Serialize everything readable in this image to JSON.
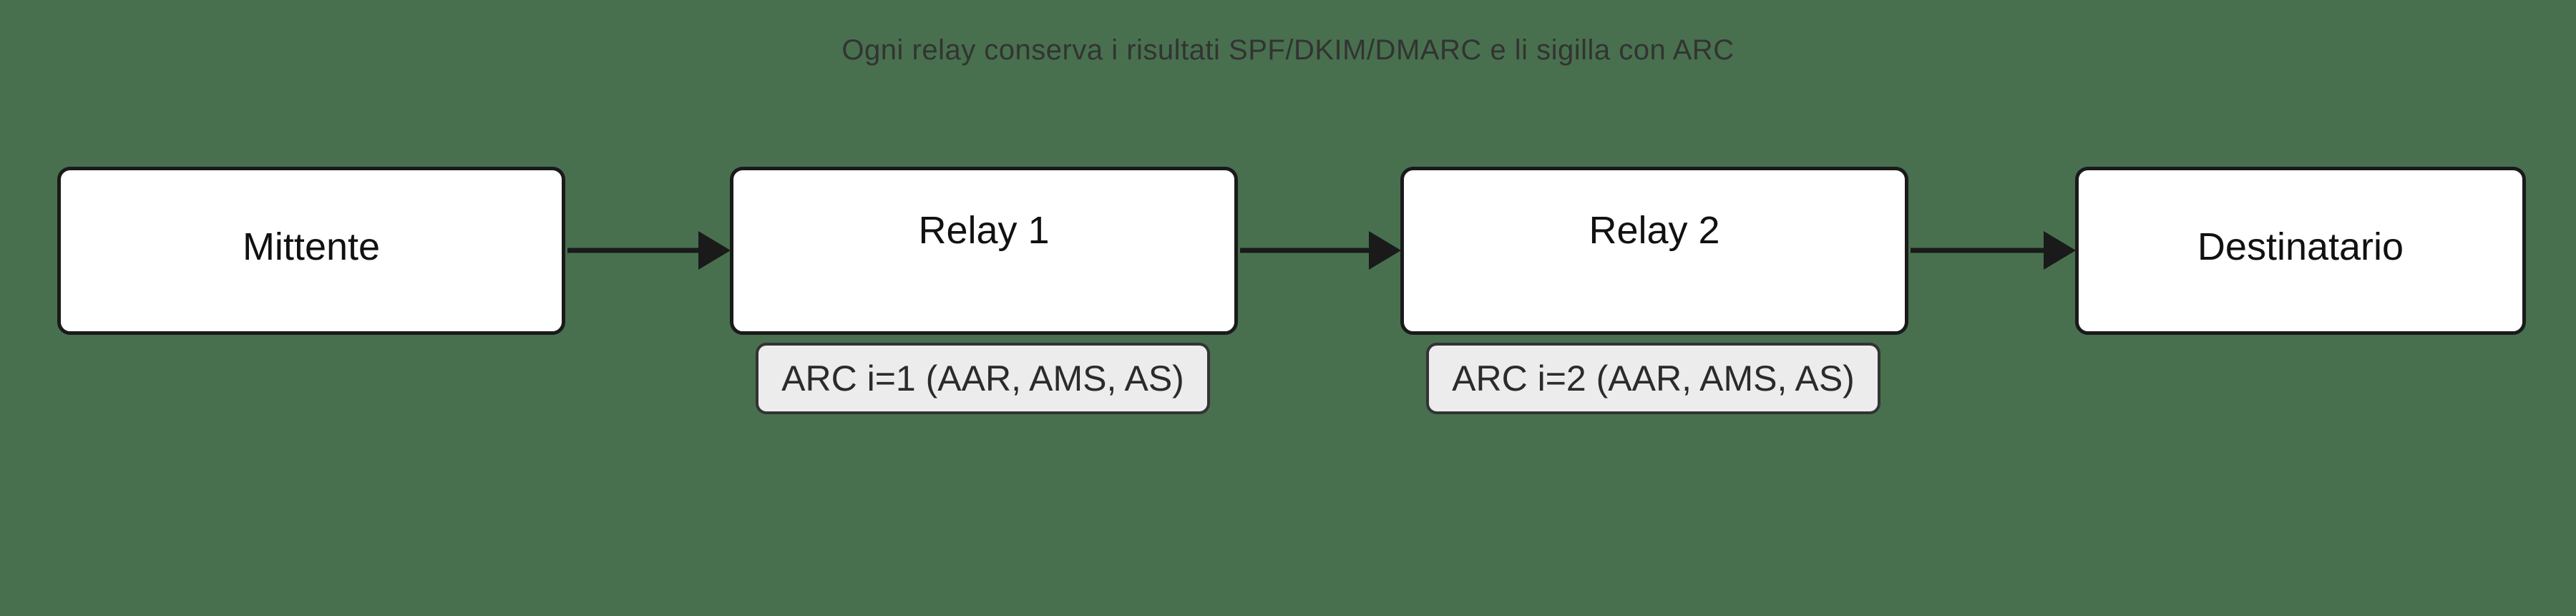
{
  "diagram": {
    "title": "Ogni relay conserva i risultati SPF/DKIM/DMARC e li sigilla con ARC",
    "nodes": [
      {
        "label": "Mittente"
      },
      {
        "label": "Relay 1",
        "annotation": "ARC i=1 (AAR, AMS, AS)"
      },
      {
        "label": "Relay 2",
        "annotation": "ARC i=2 (AAR, AMS, AS)"
      },
      {
        "label": "Destinatario"
      }
    ]
  },
  "colors": {
    "background": "#48704e",
    "node-fill": "#ffffff",
    "node-border": "#1a1a1a",
    "annotation-fill": "#ececec",
    "annotation-border": "#333333",
    "title-color": "#333333",
    "arrow-color": "#1a1a1a"
  }
}
